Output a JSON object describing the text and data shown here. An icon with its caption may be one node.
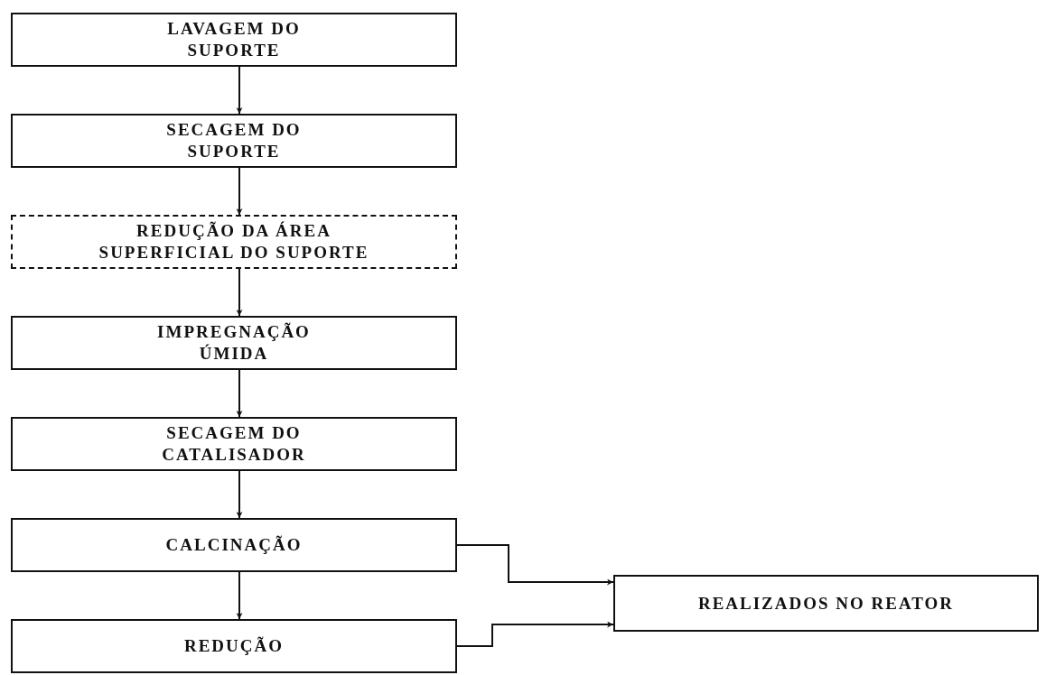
{
  "diagram": {
    "nodes": [
      {
        "text": [
          "LAVAGEM DO SUPORTE"
        ]
      },
      {
        "text": [
          "SECAGEM DO SUPORTE"
        ]
      },
      {
        "text": [
          "REDUÇÃO DA ÁREA SUPERFICIAL DO SUPORTE"
        ]
      },
      {
        "text": [
          "IMPREGNAÇÃO ÚMIDA"
        ]
      },
      {
        "text": [
          "SECAGEM DO CATALISADOR"
        ]
      },
      {
        "text": [
          "CALCINAÇÃO"
        ]
      },
      {
        "text": [
          "REDUÇÃO"
        ]
      },
      {
        "text": [
          "REALIZADOS NO REATOR"
        ]
      }
    ],
    "edges": [
      {
        "from": 0,
        "to": 1,
        "arrow": "to"
      },
      {
        "from": 1,
        "to": 2,
        "arrow": "to"
      },
      {
        "from": 2,
        "to": 3,
        "arrow": "to"
      },
      {
        "from": 3,
        "to": 4,
        "arrow": "to"
      },
      {
        "from": 4,
        "to": 5,
        "arrow": "to"
      },
      {
        "from": 5,
        "to": 6,
        "arrow": "to"
      },
      {
        "from": 5,
        "to": 7,
        "arrow": "to"
      },
      {
        "from": 6,
        "to": 7,
        "arrow": "to"
      }
    ]
  }
}
